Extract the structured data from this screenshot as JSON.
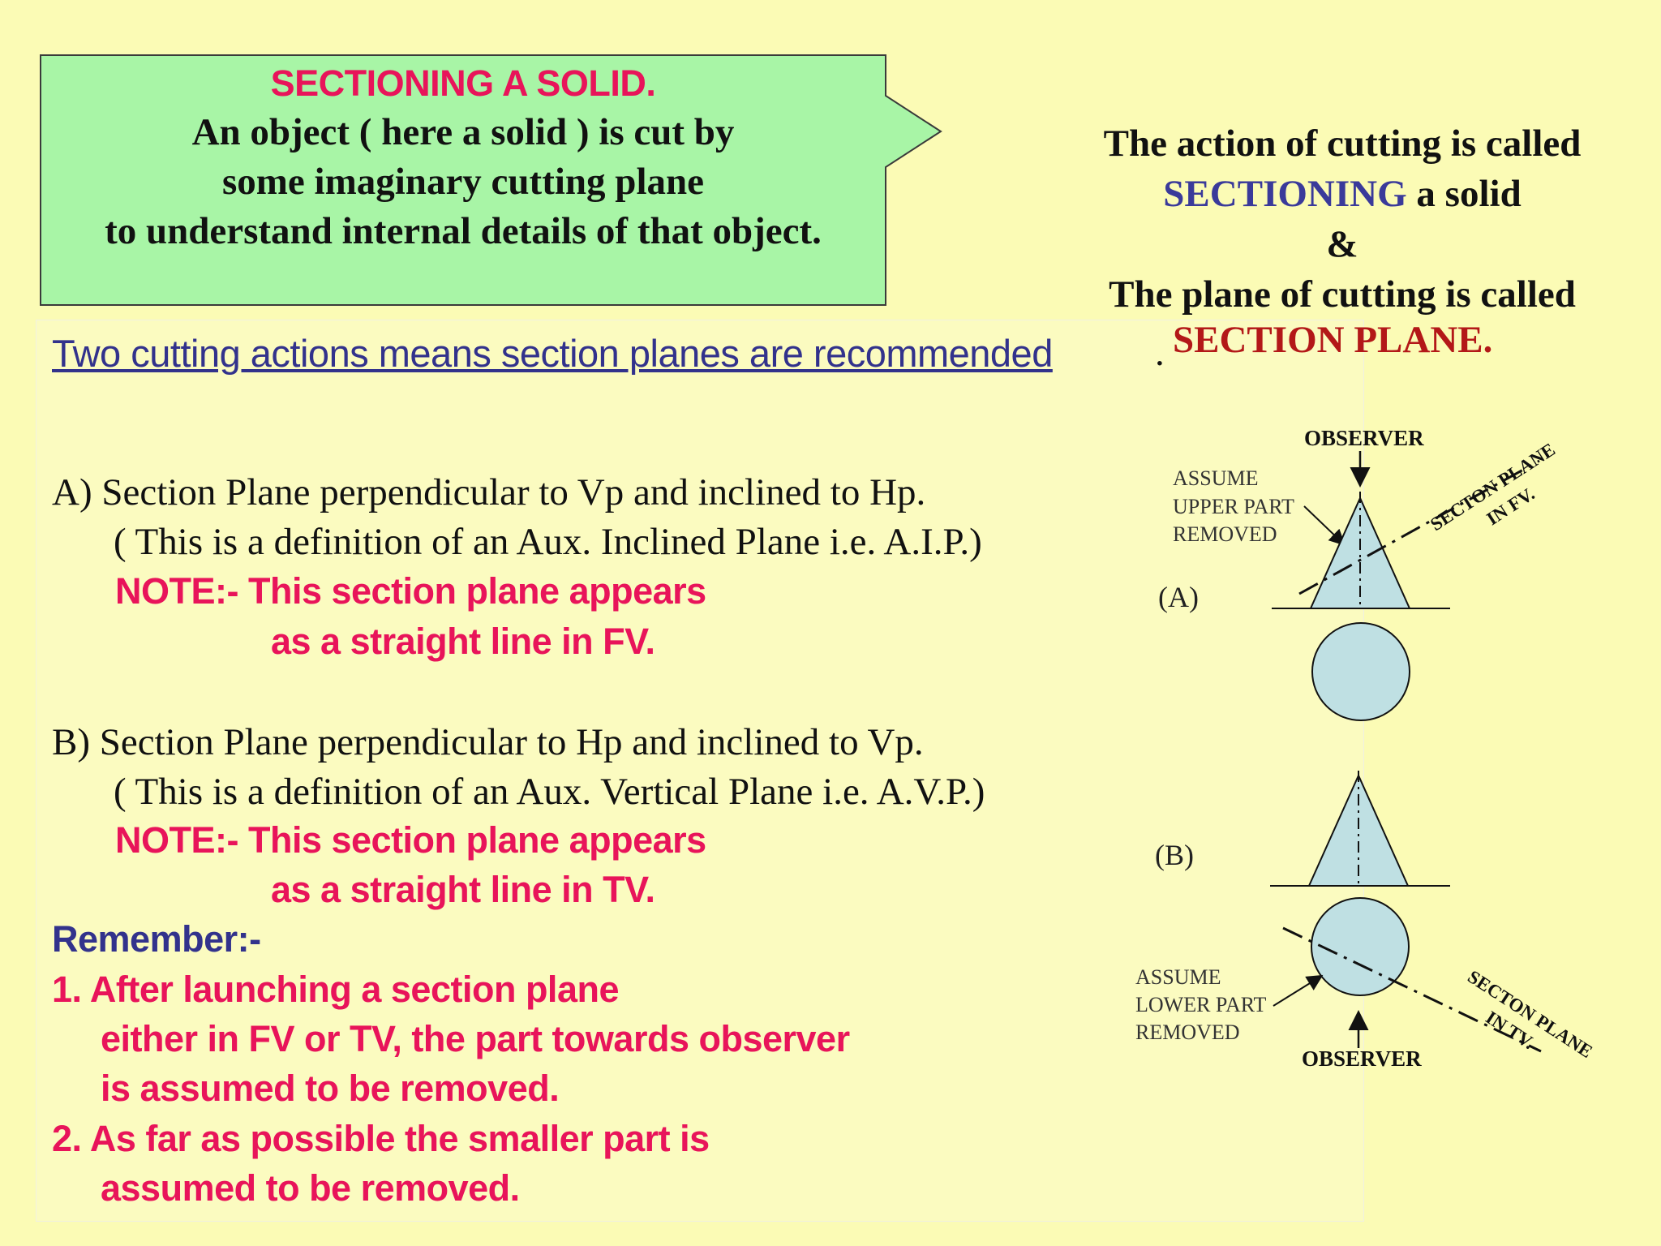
{
  "callout": {
    "title": "SECTIONING A SOLID.",
    "line1": "An object ( here a solid ) is cut by",
    "line2": "some imaginary cutting plane",
    "line3": "to understand internal details of that object."
  },
  "right_text": {
    "line1": "The action of cutting is called",
    "sectioning": "SECTIONING",
    "a_solid": " a solid",
    "amp": "&",
    "line4": "The plane of cutting is called",
    "section_plane": "SECTION PLANE."
  },
  "main": {
    "recommended": "Two cutting actions means section planes are recommended",
    "period": ".",
    "a_line1": "A)  Section Plane perpendicular to Vp and inclined to Hp.",
    "a_line2": "( This is a definition of an Aux. Inclined Plane i.e. A.I.P.)",
    "a_note1": "NOTE:- This section plane appears",
    "a_note2": "as a straight line in FV.",
    "b_line1": "B)  Section Plane perpendicular to Hp and inclined to Vp.",
    "b_line2": "( This is a definition of an Aux. Vertical Plane i.e. A.V.P.)",
    "b_note1": "NOTE:- This section plane appears",
    "b_note2": "as a straight line in TV.",
    "remember": "Remember:-",
    "r1a": "1. After launching a section plane",
    "r1b": "either in FV or TV, the part towards observer",
    "r1c": "is assumed to be removed.",
    "r2a": "2. As far as possible the smaller part is",
    "r2b": "assumed to be removed."
  },
  "diagram": {
    "observer_top": "OBSERVER",
    "assume_upper_1": "ASSUME",
    "assume_upper_2": "UPPER PART",
    "assume_upper_3": "REMOVED",
    "label_a": "(A)",
    "plane_fv_1": "SECTON PLANE",
    "plane_fv_2": "IN FV.",
    "label_b": "(B)",
    "assume_lower_1": "ASSUME",
    "assume_lower_2": "LOWER PART",
    "assume_lower_3": "REMOVED",
    "observer_bottom": "OBSERVER",
    "plane_tv_1": "SECTON PLANE",
    "plane_tv_2": "IN TV.",
    "fill_color": "#bfe0e3",
    "callout_color": "#a8f5a6"
  }
}
